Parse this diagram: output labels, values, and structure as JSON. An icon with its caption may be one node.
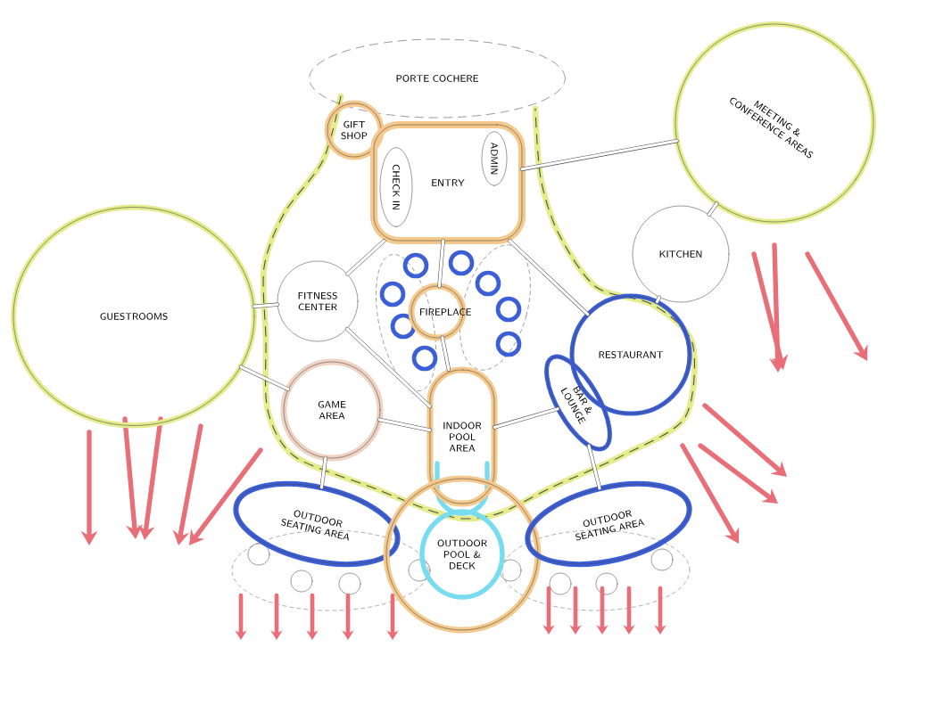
{
  "diagram": {
    "nodes": [
      {
        "text": [
          "PORTE COCHERE"
        ]
      },
      {
        "text": [
          "MEETING & CONFERENCE AREAS"
        ]
      },
      {
        "text": [
          "GIFT SHOP"
        ]
      },
      {
        "text": [
          "ENTRY"
        ]
      },
      {
        "text": [
          "CHECK IN"
        ],
        "in": 3
      },
      {
        "text": [
          "ADMIN"
        ],
        "in": 3
      },
      {
        "text": [
          "GUESTROOMS"
        ]
      },
      {
        "text": [
          "KITCHEN"
        ]
      },
      {
        "text": [
          "FITNESS CENTER"
        ]
      },
      {
        "text": [
          "FIREPLACE"
        ]
      },
      {
        "text": [
          "RESTAURANT"
        ]
      },
      {
        "text": [
          "BAR & LOUNGE"
        ]
      },
      {
        "text": [
          "GAME AREA"
        ]
      },
      {
        "text": [
          "INDOOR POOL AREA"
        ]
      },
      {
        "text": [
          "OUTDOOR SEATING AREA"
        ]
      },
      {
        "text": [
          "OUTDOOR POOL & DECK"
        ]
      },
      {
        "text": [
          "OUTDOOR SEATING AREA"
        ]
      }
    ],
    "edges": [
      {
        "from": 3,
        "to": 1,
        "arrow": "none"
      },
      {
        "from": 1,
        "to": 7,
        "arrow": "none"
      },
      {
        "from": 7,
        "to": 10,
        "arrow": "none"
      },
      {
        "from": 3,
        "to": 8,
        "arrow": "none"
      },
      {
        "from": 3,
        "to": 9,
        "arrow": "none"
      },
      {
        "from": 3,
        "to": 10,
        "arrow": "none"
      },
      {
        "from": 6,
        "to": 8,
        "arrow": "none"
      },
      {
        "from": 6,
        "to": 12,
        "arrow": "none"
      },
      {
        "from": 8,
        "to": 13,
        "arrow": "none"
      },
      {
        "from": 9,
        "to": 13,
        "arrow": "none"
      },
      {
        "from": 12,
        "to": 13,
        "arrow": "none"
      },
      {
        "from": 13,
        "to": 11,
        "arrow": "none"
      },
      {
        "from": 12,
        "to": 14,
        "arrow": "none"
      },
      {
        "from": 11,
        "to": 16,
        "arrow": "none"
      }
    ]
  }
}
